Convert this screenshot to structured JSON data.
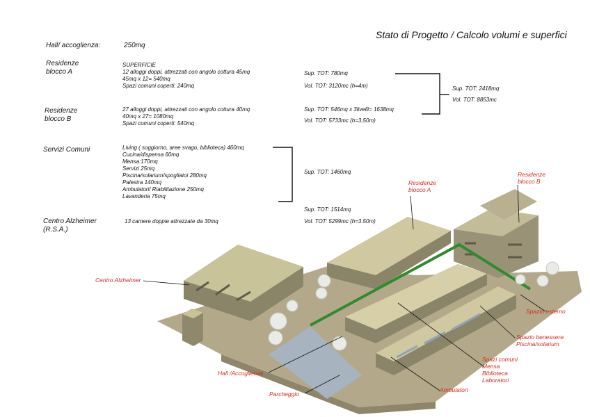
{
  "title": "Stato di Progetto / Calcolo volumi e superfici",
  "hall": {
    "label": "Hall/ accoglienza:",
    "value": "250mq"
  },
  "residenze_a": {
    "label": [
      "Residenze",
      "blocco A"
    ],
    "details": [
      "SUPERFICIE",
      "12 alloggi doppi, attrezzati con angolo cottura 45mq",
      "45mq x 12= 540mq",
      "Spazi comuni coperti: 240mq"
    ],
    "sup": "Sup. TOT: 780mq",
    "vol": "Vol. TOT: 3120mc  (h=4m)"
  },
  "residenze_b": {
    "label": [
      "Residenze",
      "blocco B"
    ],
    "details": [
      "27 alloggi doppi, attrezzati con angolo cottura 40mq",
      "40mq x 27= 1080mq",
      "Spazi comuni coperti: 540mq"
    ],
    "sup": "Sup. TOT: 546mq x 3livelli= 1638mq",
    "vol": "Vol. TOT: 5733mc  (h=3,50m)"
  },
  "totale_residenze": {
    "sup": "Sup. TOT: 2418mq",
    "vol": "Vol. TOT: 8853mc"
  },
  "servizi": {
    "label": "Servizi Comuni",
    "details": [
      "Living ( soggiorno, aree svago, biblioteca) 460mq",
      "Cucina/dispensa 60mq",
      "Mensa:170mq",
      "Servizi 25mq",
      "Piscina/solarium/spogliatoi 280mq",
      "Palestra 140mq",
      "Ambulatori/ Riabilitazione 250mq",
      "Lavanderia 75mq"
    ],
    "sup": "Sup. TOT: 1460mq"
  },
  "alzheimer": {
    "label": [
      "Centro Alzheimer",
      "(R.S.A.)"
    ],
    "details": "13 camere doppie  attrezzate da 30mq",
    "sup": "Sup. TOT: 1514mq",
    "vol": "Vol. TOT: 5299mc (h=3.50m)"
  },
  "annotations": {
    "residenze_a": [
      "Residenze",
      "blocco A"
    ],
    "residenze_b": [
      "Residenze",
      "blocco B"
    ],
    "centro_alzheimer": "Centro Alzheimer",
    "spazio_esterno": "Spazio esterno",
    "spazio_benessere": [
      "Spazio benessere",
      "Piscina/solarium"
    ],
    "spazi_comuni": [
      "Spazi comuni",
      "Mensa",
      "Biblioteca",
      "Laboratori"
    ],
    "hall": "Hall /Accoglienza",
    "parcheggio": "Parcheggio",
    "ambulatori": "Ambulatori"
  },
  "colors": {
    "annotation": "#d42a1e",
    "green_path": "#2e8b2e",
    "roof": "#c9c39a",
    "wall": "#8a8468"
  }
}
